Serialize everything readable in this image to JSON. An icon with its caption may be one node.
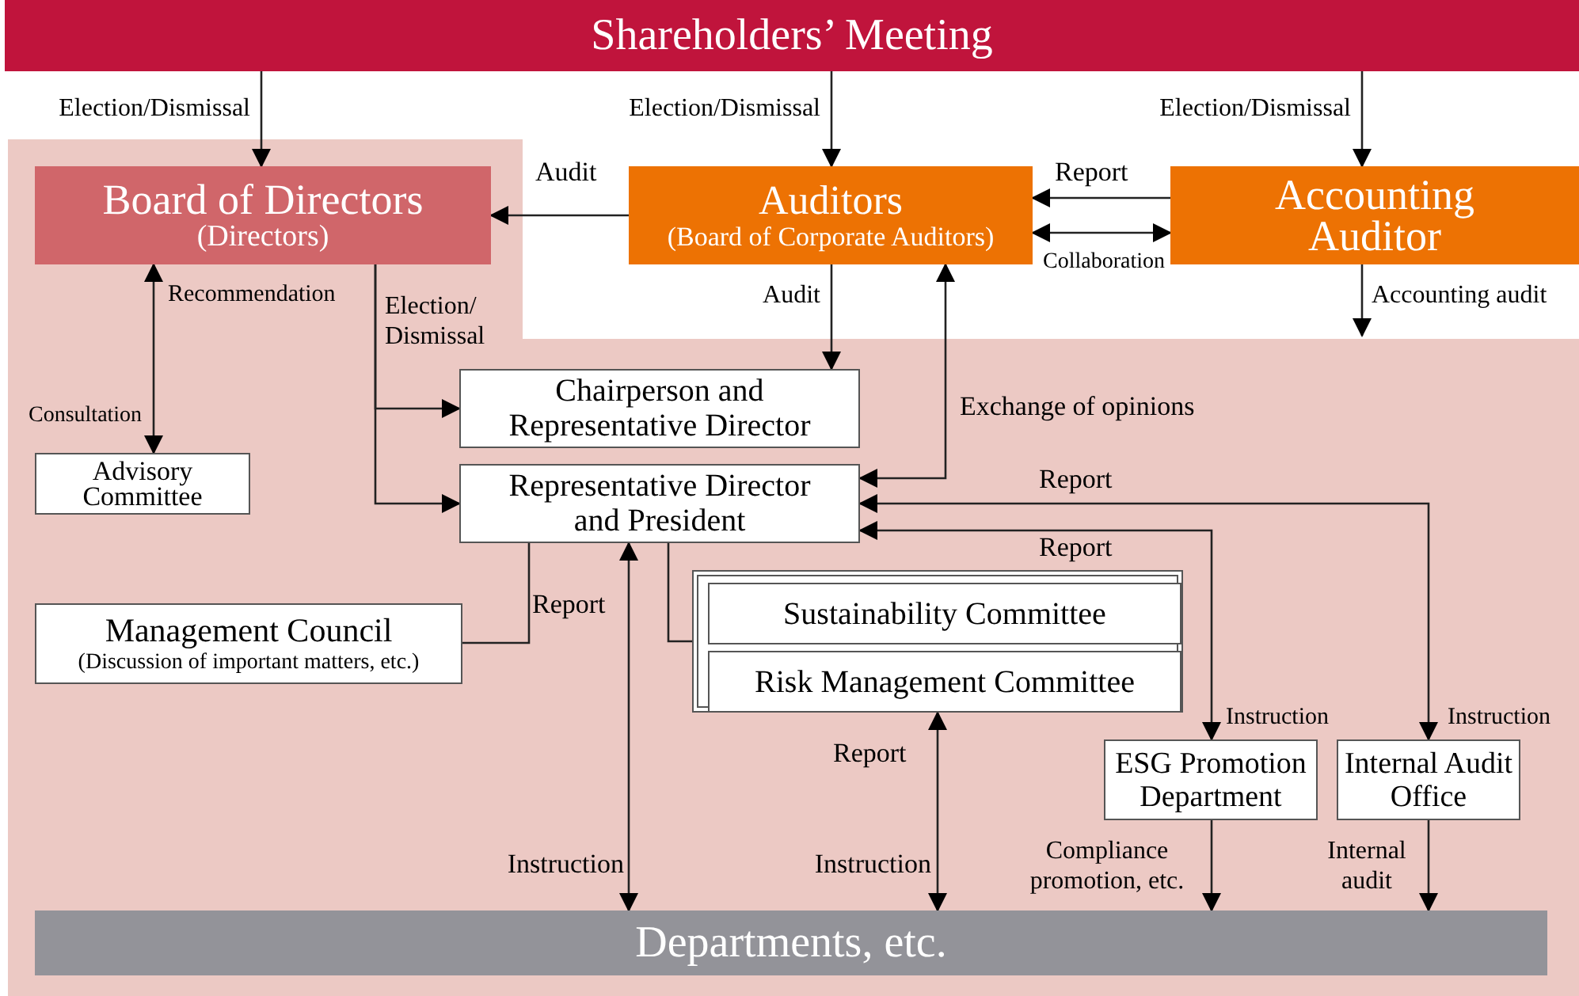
{
  "diagram": {
    "nodes": [
      {
        "text": [
          "Shareholders’ Meeting"
        ]
      },
      {
        "text": [
          "Board of Directors",
          "(Directors)"
        ]
      },
      {
        "text": [
          "Auditors",
          "(Board of Corporate Auditors)"
        ]
      },
      {
        "text": [
          "Accounting Auditor"
        ]
      },
      {
        "text": [
          "Advisory Committee"
        ]
      },
      {
        "text": [
          "Chairperson and Representative Director"
        ]
      },
      {
        "text": [
          "Representative Director and President"
        ]
      },
      {
        "text": [
          "Management Council",
          "(Discussion of important matters, etc.)"
        ]
      },
      {
        "text": [],
        "shape": "box"
      },
      {
        "text": [
          "Sustainability Committee"
        ],
        "in": 8
      },
      {
        "text": [
          "Risk Management Committee"
        ],
        "in": 8
      },
      {
        "text": [
          "ESG Promotion Department"
        ]
      },
      {
        "text": [
          "Internal Audit Office"
        ]
      },
      {
        "text": [
          "Departments, etc."
        ]
      }
    ],
    "edges": [
      {
        "from": 0,
        "to": 1,
        "arrow": "to",
        "label": "Election/Dismissal"
      },
      {
        "from": 0,
        "to": 2,
        "arrow": "to",
        "label": "Election/Dismissal"
      },
      {
        "from": 0,
        "to": 3,
        "arrow": "to",
        "label": "Election/Dismissal"
      },
      {
        "from": 2,
        "to": 1,
        "arrow": "to",
        "label": "Audit"
      },
      {
        "from": 3,
        "to": 2,
        "arrow": "to",
        "label": "Report"
      },
      {
        "from": 2,
        "to": 3,
        "arrow": "both",
        "label": "Collaboration"
      },
      {
        "from": 2,
        "to": 5,
        "arrow": "to",
        "label": "Audit"
      },
      {
        "from": 3,
        "to": null,
        "arrow": "to",
        "label": "Accounting audit"
      },
      {
        "from": 1,
        "to": 4,
        "arrow": "both",
        "label": "Recommendation"
      },
      {
        "from": 1,
        "to": 5,
        "arrow": "to",
        "label": "Election/ Dismissal"
      },
      {
        "from": 1,
        "to": 6,
        "arrow": "to"
      },
      {
        "from": 2,
        "to": 6,
        "arrow": "both",
        "label": "Exchange of opinions"
      },
      {
        "from": 6,
        "to": 12,
        "arrow": "both",
        "label": "Report"
      },
      {
        "from": 6,
        "to": 11,
        "arrow": "both",
        "label": "Report"
      },
      {
        "from": 7,
        "to": 6,
        "arrow": "none",
        "label": "Report"
      },
      {
        "from": 6,
        "to": 13,
        "arrow": "both",
        "label": "Instruction"
      },
      {
        "from": 6,
        "to": 8,
        "arrow": "none"
      },
      {
        "from": 8,
        "to": 13,
        "arrow": "both",
        "label": "Report"
      },
      {
        "from": 11,
        "to": 13,
        "arrow": "to",
        "label": "Compliance promotion, etc."
      },
      {
        "from": 12,
        "to": 13,
        "arrow": "to",
        "label": "Internal audit"
      }
    ],
    "labels": [
      "Consultation",
      "Instruction",
      "Instruction",
      "Instruction"
    ]
  }
}
